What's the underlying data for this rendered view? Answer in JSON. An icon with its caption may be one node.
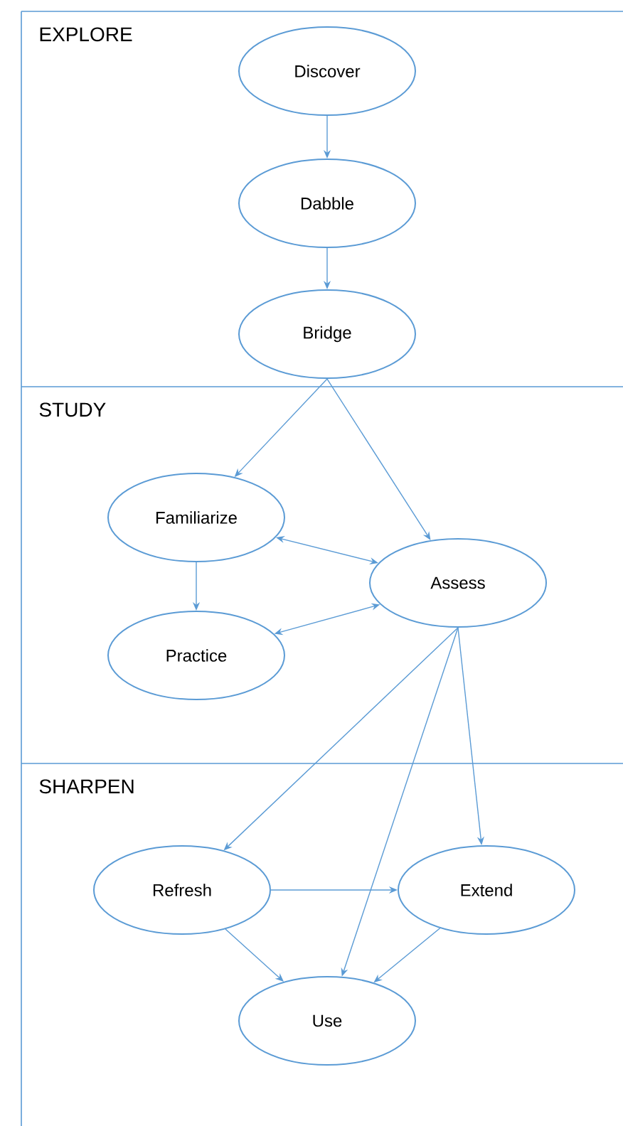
{
  "diagram": {
    "nodes": [
      {
        "text": [
          "EXPLORE"
        ]
      },
      {
        "text": [
          "Discover"
        ],
        "in": 0
      },
      {
        "text": [
          "Dabble"
        ],
        "in": 0
      },
      {
        "text": [
          "Bridge"
        ],
        "in": 0
      },
      {
        "text": [
          "STUDY"
        ]
      },
      {
        "text": [
          "Familiarize"
        ],
        "in": 4
      },
      {
        "text": [
          "Assess"
        ],
        "in": 4
      },
      {
        "text": [
          "Practice"
        ],
        "in": 4
      },
      {
        "text": [
          "SHARPEN"
        ]
      },
      {
        "text": [
          "Refresh"
        ],
        "in": 8
      },
      {
        "text": [
          "Extend"
        ],
        "in": 8
      },
      {
        "text": [
          "Use"
        ],
        "in": 8
      }
    ],
    "edges": [
      {
        "from": 1,
        "to": 2,
        "arrow": "to"
      },
      {
        "from": 2,
        "to": 3,
        "arrow": "to"
      },
      {
        "from": 3,
        "to": 5,
        "arrow": "to"
      },
      {
        "from": 3,
        "to": 6,
        "arrow": "to"
      },
      {
        "from": 5,
        "to": 6,
        "arrow": "both"
      },
      {
        "from": 5,
        "to": 7,
        "arrow": "to"
      },
      {
        "from": 6,
        "to": 7,
        "arrow": "both"
      },
      {
        "from": 6,
        "to": 9,
        "arrow": "to"
      },
      {
        "from": 6,
        "to": 11,
        "arrow": "to"
      },
      {
        "from": 6,
        "to": 10,
        "arrow": "to"
      },
      {
        "from": 9,
        "to": 10,
        "arrow": "to"
      },
      {
        "from": 9,
        "to": 11,
        "arrow": "to"
      },
      {
        "from": 10,
        "to": 11,
        "arrow": "to"
      }
    ]
  }
}
